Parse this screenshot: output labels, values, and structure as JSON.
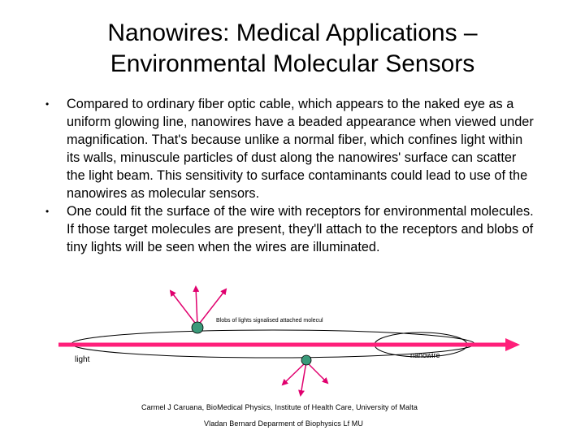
{
  "slide": {
    "title_line1": "Nanowires: Medical Applications –",
    "title_line2": "Environmental Molecular Sensors",
    "bullets": [
      "Compared to ordinary fiber optic cable, which appears to the naked eye as a uniform glowing line, nanowires have a beaded appearance when viewed under magnification. That's because unlike a normal fiber, which confines light within its walls, minuscule particles of dust along the nanowires' surface can scatter the light beam. This sensitivity to surface contaminants could lead to use of the nanowires as molecular sensors.",
      "One could fit the surface of the wire with receptors for environmental molecules. If those target molecules are present, they'll attach to the receptors and blobs of tiny lights will be seen when the wires are illuminated."
    ],
    "bullet_glyph": "•"
  },
  "diagram": {
    "blob_label": "Blobs of lights signalised attached molecul",
    "light_label": "light",
    "nanowire_label": "nanowire",
    "colors": {
      "light_beam": "#ff1f7a",
      "ray_arrows": "#e0006e",
      "molecule_fill": "#3a9a7a",
      "outline": "#000000"
    }
  },
  "credits": {
    "line1": "Carmel J Caruana, BioMedical Physics, Institute of Health Care, University of Malta",
    "line2": "Vladan Bernard Deparment of Biophysics Lf MU"
  }
}
